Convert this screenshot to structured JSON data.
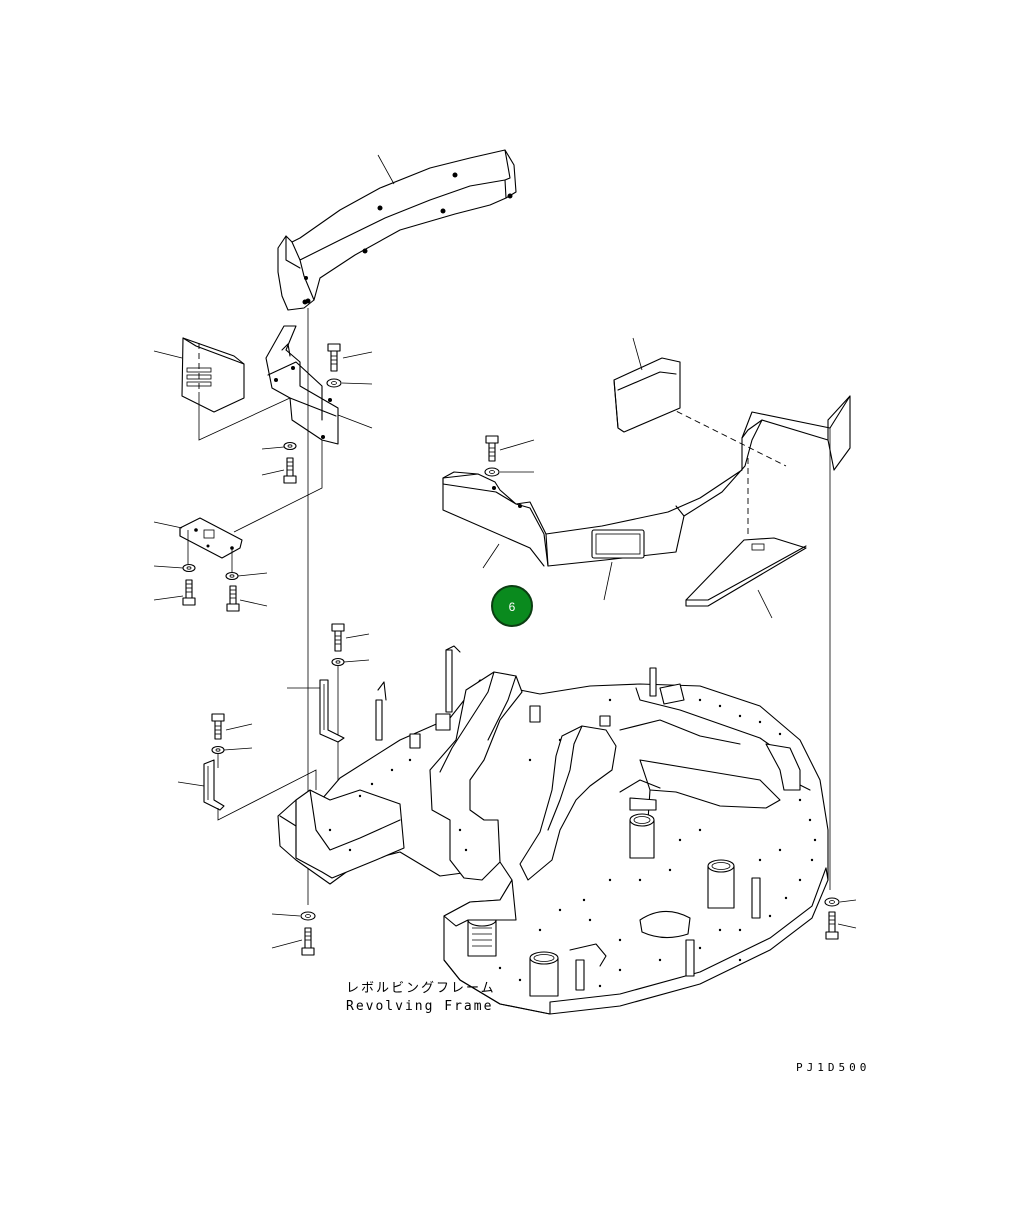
{
  "diagram": {
    "caption_jp": "レボルビングフレーム",
    "caption_en": "Revolving Frame",
    "drawing_code": "PJ1D500",
    "callout_number": "6",
    "callout_color": "#0a8a1e",
    "callout_border": "#0b3d12"
  }
}
